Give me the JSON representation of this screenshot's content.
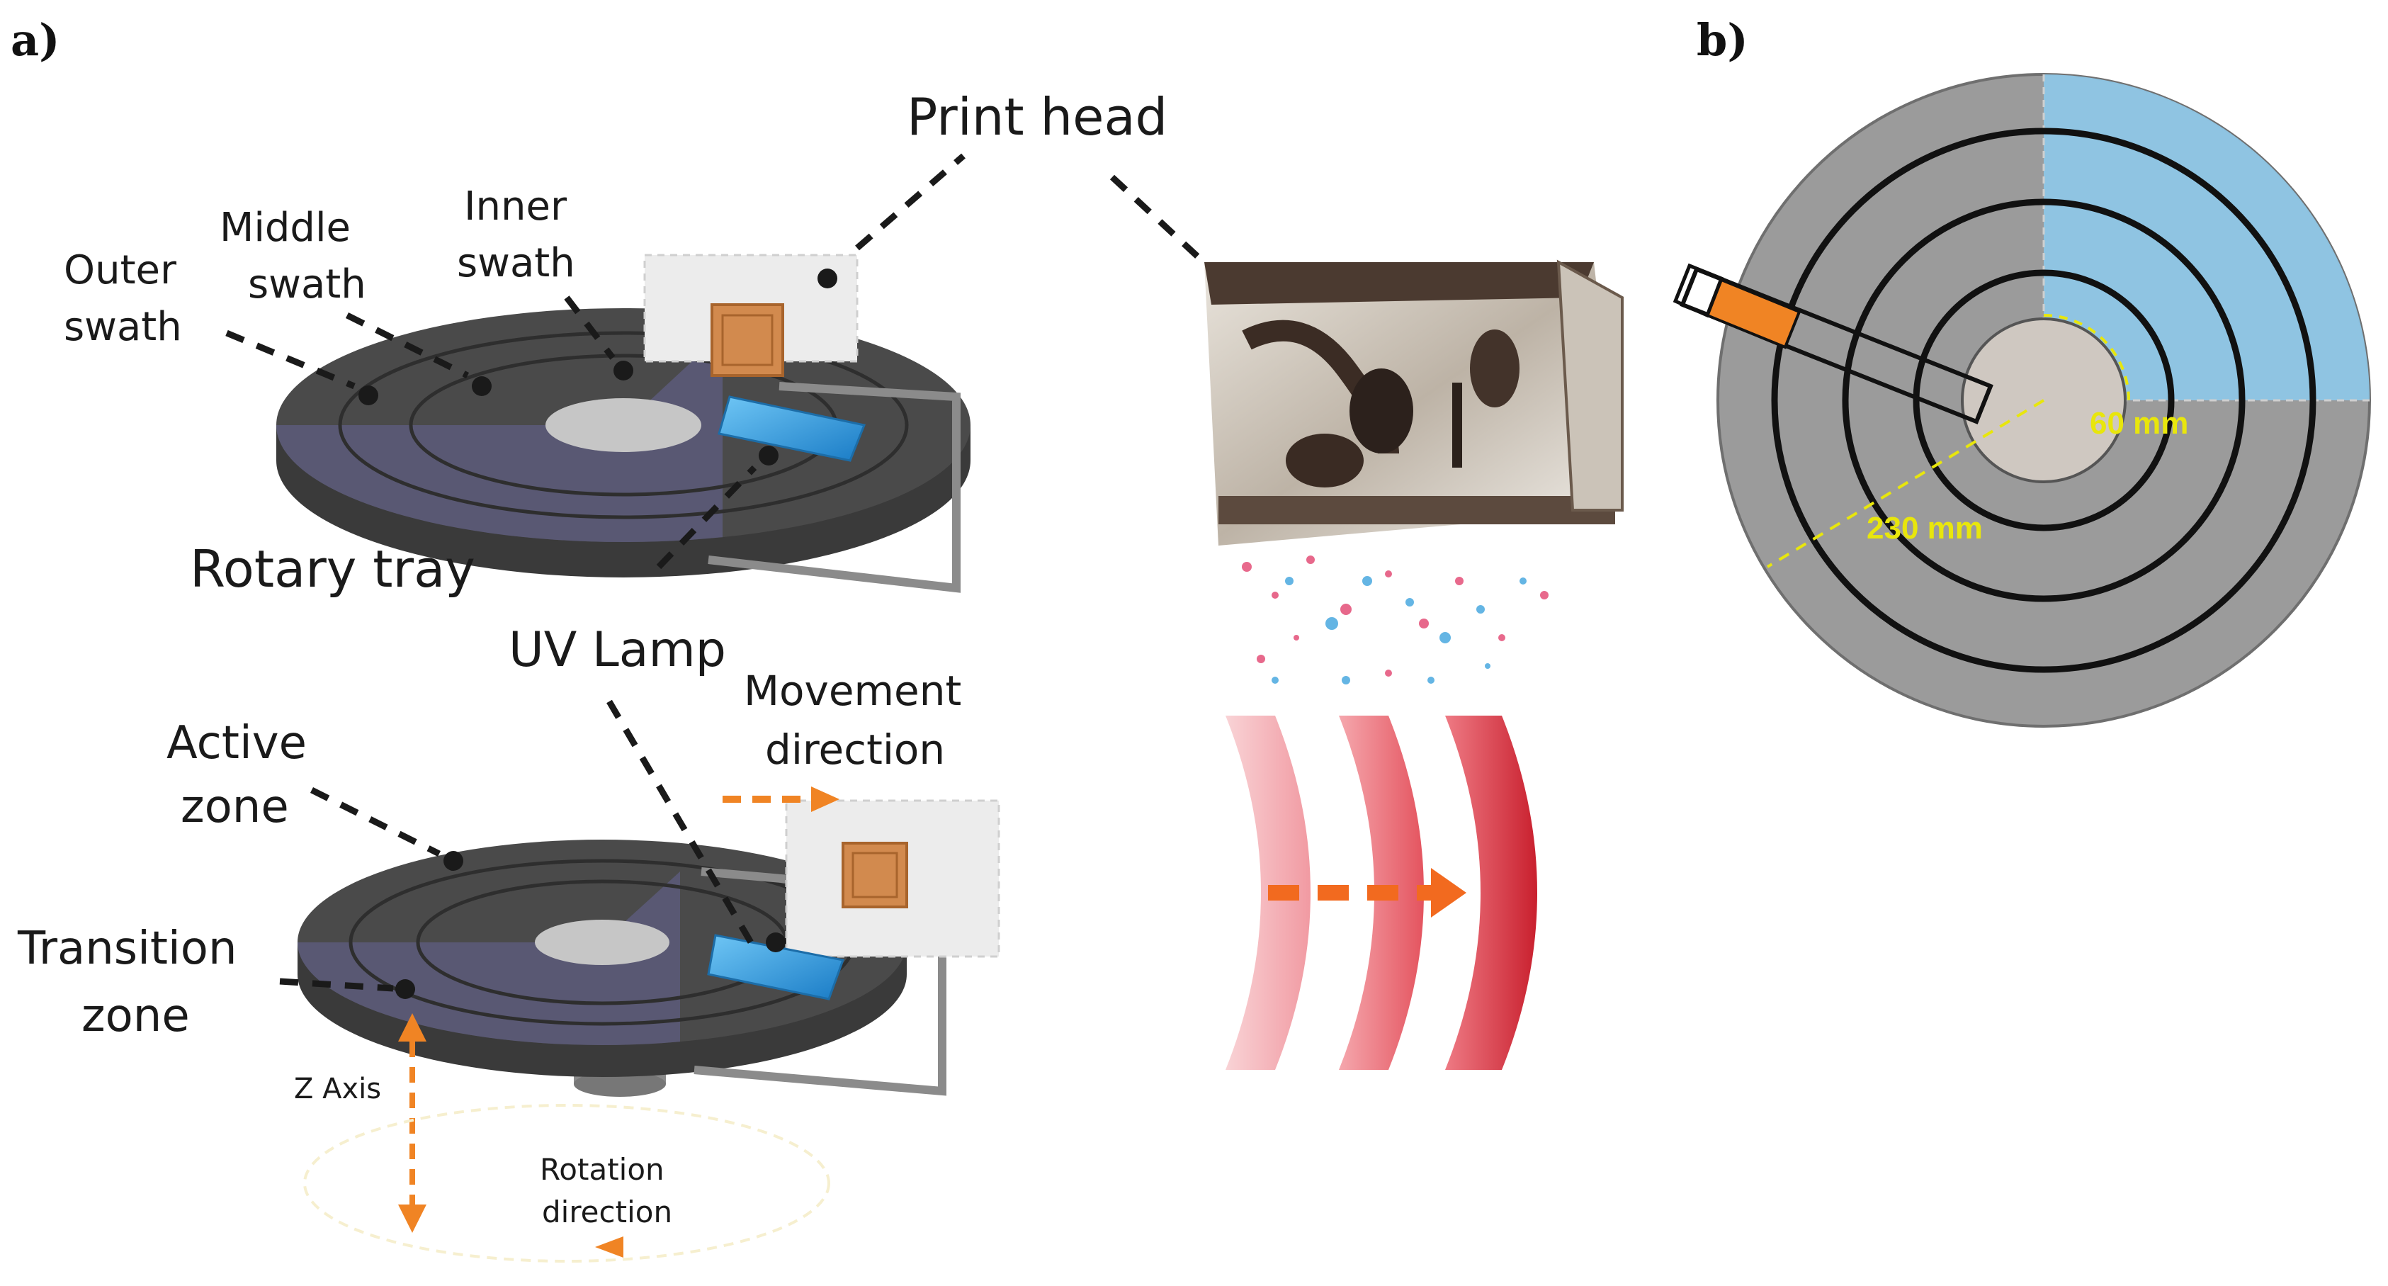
{
  "panel_a": {
    "label": "a)",
    "print_head": "Print head",
    "outer_swath": [
      "Outer",
      "swath"
    ],
    "middle_swath": [
      "Middle",
      "swath"
    ],
    "inner_swath": [
      "Inner",
      "swath"
    ],
    "rotary_tray": "Rotary tray",
    "uv_lamp": "UV Lamp",
    "movement_direction": [
      "Movement",
      "direction"
    ],
    "active_zone": [
      "Active",
      "zone"
    ],
    "transition_zone": [
      "Transition",
      "zone"
    ],
    "z_axis": "Z Axis",
    "rotation_direction": [
      "Rotation",
      "direction"
    ]
  },
  "panel_b": {
    "label": "b)",
    "dim_small": "60 mm",
    "dim_large": "230 mm"
  },
  "colors": {
    "tray": "#4a4a4a",
    "transition_zone": "#5b5a78",
    "uv_lamp": "#3ea2e8",
    "print_head_box": "#d28a4e",
    "arrow_orange": "#f08424",
    "active_sector": "#8ec6e6",
    "disk_gray": "#9b9b9b",
    "dimension_yellow": "#e8e60c"
  }
}
